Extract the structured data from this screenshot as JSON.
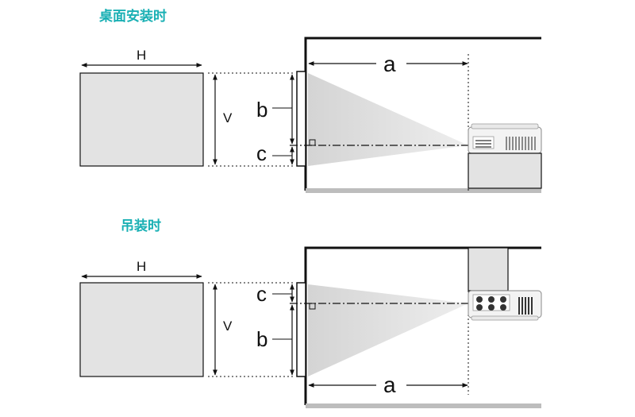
{
  "sections": {
    "desktop": {
      "title": "桌面安装时",
      "labels": {
        "h": "H",
        "v": "V",
        "a": "a",
        "b": "b",
        "c": "c"
      }
    },
    "ceiling": {
      "title": "吊装时",
      "labels": {
        "h": "H",
        "v": "V",
        "a": "a",
        "b": "b",
        "c": "c"
      }
    }
  },
  "colors": {
    "title": "#1ab0b4",
    "screen_fill": "#e3e3e3",
    "beam_fill": "#d8d8d8",
    "floor": "#bdbdbd",
    "line": "#111111"
  },
  "icons": [
    "projector-icon",
    "arrow-icon"
  ]
}
